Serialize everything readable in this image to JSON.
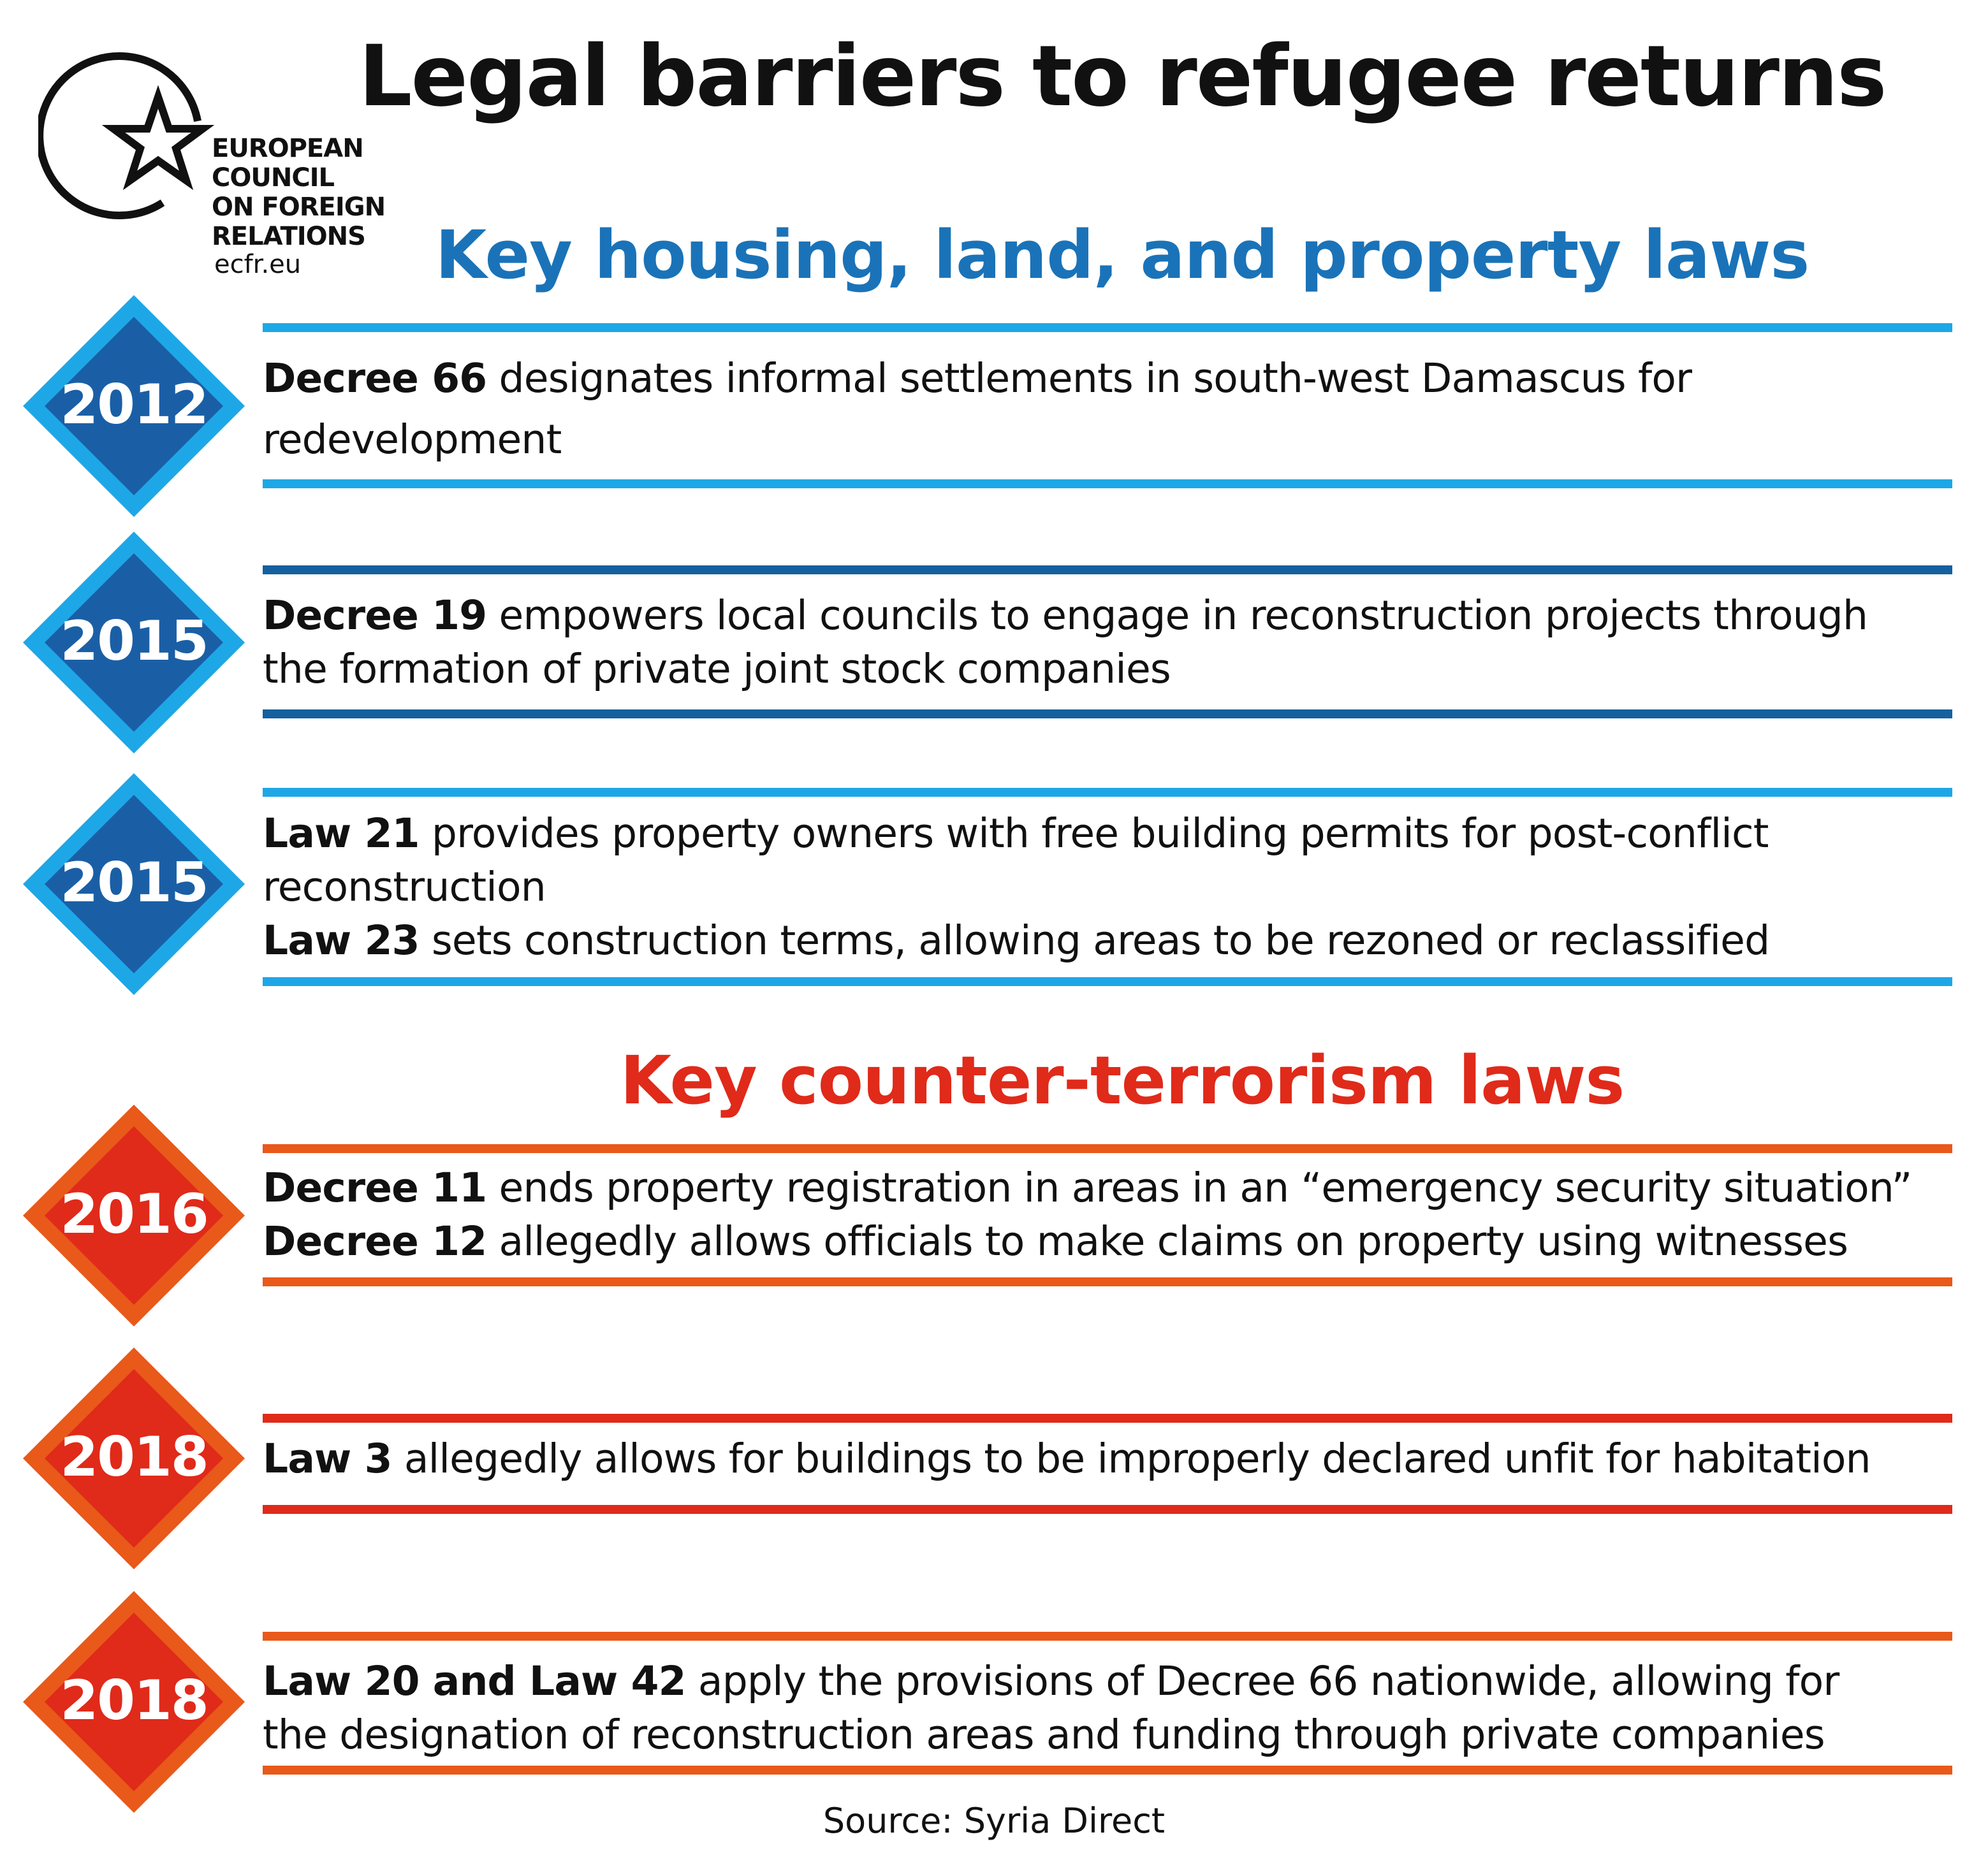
{
  "title": "Legal barriers to refugee returns",
  "logo": {
    "lines": [
      "EUROPEAN",
      "COUNCIL",
      "ON FOREIGN",
      "RELATIONS"
    ],
    "url": "ecfr.eu"
  },
  "sections": [
    {
      "title": "Key housing, land, and property laws",
      "color": "#1a73b8",
      "entries": [
        {
          "year": "2012",
          "rule_color": "#1ea7e6",
          "lines": [
            {
              "bold": "Decree 66",
              "text": " designates informal settlements in south-west Damascus for"
            },
            {
              "bold": "",
              "text": "redevelopment"
            }
          ]
        },
        {
          "year": "2015",
          "rule_color": "#15609e",
          "lines": [
            {
              "bold": "Decree 19",
              "text": " empowers local councils to engage in reconstruction projects through"
            },
            {
              "bold": "",
              "text": "the formation of private joint stock companies"
            }
          ]
        },
        {
          "year": "2015",
          "rule_color": "#1ea7e6",
          "lines": [
            {
              "bold": "Law 21",
              "text": " provides property owners with free building permits for post-conflict"
            },
            {
              "bold": "",
              "text": "reconstruction"
            },
            {
              "bold": "Law 23",
              "text": " sets construction terms, allowing areas to be rezoned or reclassified"
            }
          ]
        }
      ]
    },
    {
      "title": "Key counter-terrorism laws",
      "color": "#e02a1a",
      "entries": [
        {
          "year": "2016",
          "rule_color": "#e8591a",
          "lines": [
            {
              "bold": "Decree 11",
              "text": " ends property registration in areas in an “emergency security situation”"
            },
            {
              "bold": "Decree 12",
              "text": " allegedly allows officials to make claims on property using witnesses"
            }
          ]
        },
        {
          "year": "2018",
          "rule_color": "#e02a1a",
          "lines": [
            {
              "bold": "Law 3",
              "text": " allegedly allows for buildings to be improperly declared unfit for habitation"
            }
          ]
        },
        {
          "year": "2018",
          "rule_color": "#e8591a",
          "lines": [
            {
              "bold": "Law 20 and Law 42",
              "text": " apply the provisions of Decree 66 nationwide, allowing for"
            },
            {
              "bold": "",
              "text": "the designation of reconstruction areas and funding through private companies"
            }
          ]
        }
      ]
    }
  ],
  "source": "Source: Syria Direct",
  "colors": {
    "blue_outer": "#1ea7e6",
    "blue_inner": "#1a5fa6",
    "red_outer": "#e8591a",
    "red_inner": "#e02a1a"
  }
}
